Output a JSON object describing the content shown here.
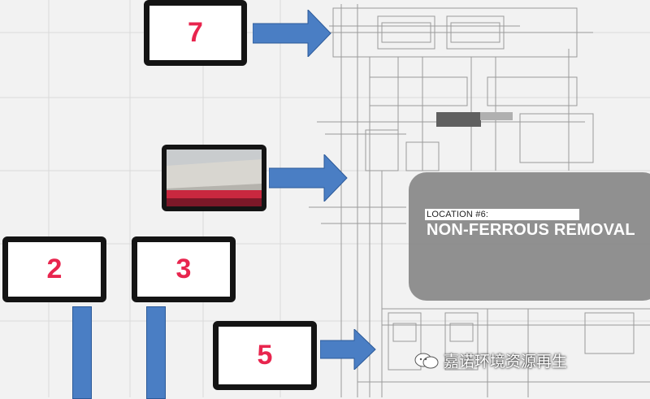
{
  "callouts": {
    "box_7": "7",
    "box_2": "2",
    "box_3": "3",
    "box_5": "5"
  },
  "location_panel": {
    "label": "LOCATION #6:",
    "title": "NON-FERROUS REMOVAL"
  },
  "watermark": {
    "text": "嘉诺环境资源再生"
  },
  "colors": {
    "number": "#e8254e",
    "arrow": "#4a7ec4",
    "panel": "#8a8a8a",
    "frame": "#141414"
  }
}
